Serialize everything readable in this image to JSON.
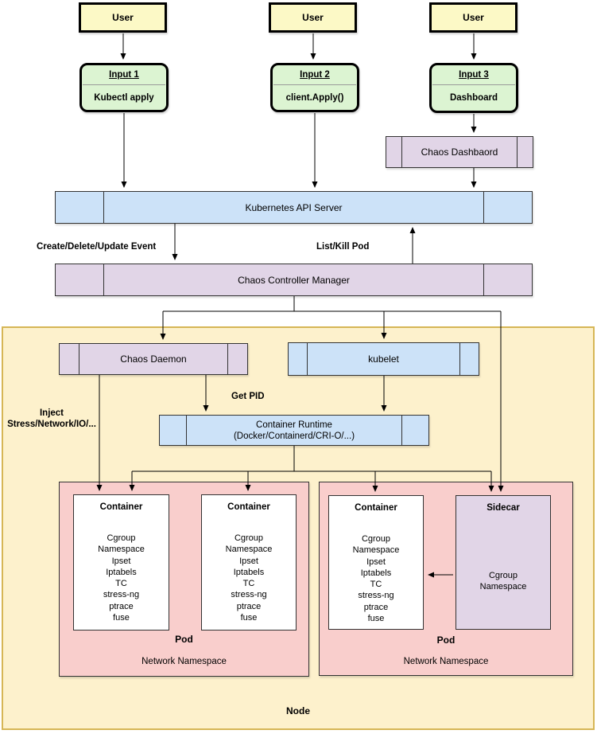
{
  "users": [
    {
      "label": "User"
    },
    {
      "label": "User"
    },
    {
      "label": "User"
    }
  ],
  "inputs": [
    {
      "title": "Input 1",
      "body": "Kubectl apply"
    },
    {
      "title": "Input 2",
      "body": "client.Apply()"
    },
    {
      "title": "Input 3",
      "body": "Dashboard"
    }
  ],
  "boxes": {
    "chaos_dashboard": "Chaos Dashbaord",
    "api_server": "Kubernetes API Server",
    "controller_manager": "Chaos Controller Manager",
    "chaos_daemon": "Chaos Daemon",
    "kubelet": "kubelet",
    "container_runtime_line1": "Container Runtime",
    "container_runtime_line2": "(Docker/Containerd/CRI-O/...)",
    "node": "Node"
  },
  "edge_labels": {
    "create_delete_update_event": "Create/Delete/Update Event",
    "list_kill_pod": "List/Kill Pod",
    "get_pid": "Get PID",
    "inject_line1": "Inject",
    "inject_line2": "Stress/Network/IO/..."
  },
  "pods": [
    {
      "pod_label": "Pod",
      "namespace_label": "Network Namespace",
      "containers": [
        {
          "title": "Container",
          "items": [
            "Cgroup",
            "Namespace",
            "Ipset",
            "Iptabels",
            "TC",
            "stress-ng",
            "ptrace",
            "fuse"
          ]
        },
        {
          "title": "Container",
          "items": [
            "Cgroup",
            "Namespace",
            "Ipset",
            "Iptabels",
            "TC",
            "stress-ng",
            "ptrace",
            "fuse"
          ]
        }
      ]
    },
    {
      "pod_label": "Pod",
      "namespace_label": "Network Namespace",
      "containers": [
        {
          "title": "Container",
          "items": [
            "Cgroup",
            "Namespace",
            "Ipset",
            "Iptabels",
            "TC",
            "stress-ng",
            "ptrace",
            "fuse"
          ]
        }
      ],
      "sidecar": {
        "title": "Sidecar",
        "items": [
          "Cgroup",
          "Namespace"
        ]
      }
    }
  ],
  "colors": {
    "user_fill": "#FCF9C6",
    "input_fill": "#DCF4D2",
    "blue_fill": "#CCE2F8",
    "purple_fill": "#E1D5E7",
    "pink_fill": "#F9CECC",
    "node_fill": "#FDF1CC",
    "node_border": "#D6B656"
  }
}
